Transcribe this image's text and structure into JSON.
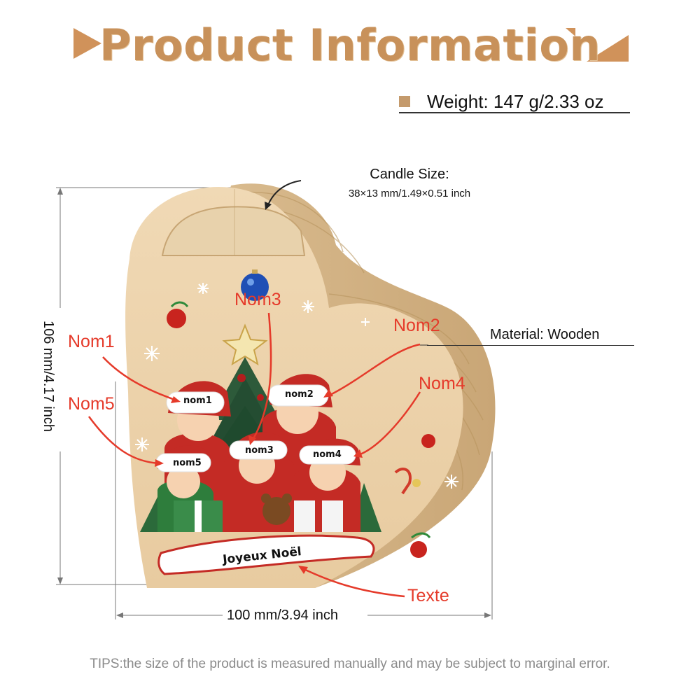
{
  "header": {
    "title": "Product Information"
  },
  "weight": {
    "text": "Weight: 147 g/2.33 oz"
  },
  "candle": {
    "title": "Candle Size:",
    "value": "38×13 mm/1.49×0.51 inch"
  },
  "material": {
    "text": "Material: Wooden"
  },
  "dimensions": {
    "height": "106 mm/4.17 inch",
    "width": "100 mm/3.94 inch"
  },
  "labels": {
    "nom1": "Nom1",
    "nom2": "Nom2",
    "nom3": "Nom3",
    "nom4": "Nom4",
    "nom5": "Nom5",
    "texte": "Texte"
  },
  "hats": {
    "nom1": "nom1",
    "nom2": "nom2",
    "nom3": "nom3",
    "nom4": "nom4",
    "nom5": "nom5"
  },
  "banner": {
    "text": "Joyeux Noël"
  },
  "tips": {
    "text": "TIPS:the size of the product is measured manually and may be subject to marginal error."
  },
  "colors": {
    "accent": "#c8915a",
    "label_red": "#e53a2a",
    "wood": "#ebcfa4"
  }
}
